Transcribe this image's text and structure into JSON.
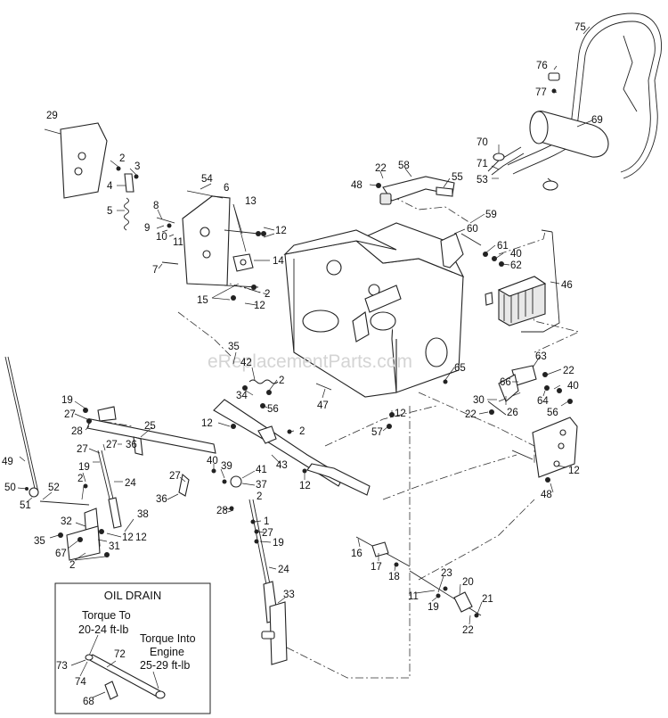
{
  "watermark": "eReplacementParts.com",
  "inset": {
    "title": "OIL DRAIN",
    "torque_to_line1": "Torque To",
    "torque_to_line2": "20-24 ft-lb",
    "torque_into_line1": "Torque Into",
    "torque_into_line2": "Engine",
    "torque_into_line3": "25-29 ft-lb"
  },
  "callouts": [
    {
      "id": "c75",
      "text": "75"
    },
    {
      "id": "c76",
      "text": "76"
    },
    {
      "id": "c77",
      "text": "77"
    },
    {
      "id": "c69",
      "text": "69"
    },
    {
      "id": "c70",
      "text": "70"
    },
    {
      "id": "c71",
      "text": "71"
    },
    {
      "id": "c53",
      "text": "53"
    },
    {
      "id": "c29",
      "text": "29"
    },
    {
      "id": "c2a",
      "text": "2"
    },
    {
      "id": "c3",
      "text": "3"
    },
    {
      "id": "c4",
      "text": "4"
    },
    {
      "id": "c5",
      "text": "5"
    },
    {
      "id": "c54",
      "text": "54"
    },
    {
      "id": "c6",
      "text": "6"
    },
    {
      "id": "c13",
      "text": "13"
    },
    {
      "id": "c8",
      "text": "8"
    },
    {
      "id": "c9",
      "text": "9"
    },
    {
      "id": "c10",
      "text": "10"
    },
    {
      "id": "c11a",
      "text": "11"
    },
    {
      "id": "c12a",
      "text": "12"
    },
    {
      "id": "c14",
      "text": "14"
    },
    {
      "id": "c7",
      "text": "7"
    },
    {
      "id": "c15",
      "text": "15"
    },
    {
      "id": "c2b",
      "text": "2"
    },
    {
      "id": "c12b",
      "text": "12"
    },
    {
      "id": "c22a",
      "text": "22"
    },
    {
      "id": "c58",
      "text": "58"
    },
    {
      "id": "c55",
      "text": "55"
    },
    {
      "id": "c48a",
      "text": "48"
    },
    {
      "id": "c59",
      "text": "59"
    },
    {
      "id": "c60",
      "text": "60"
    },
    {
      "id": "c61",
      "text": "61"
    },
    {
      "id": "c40a",
      "text": "40"
    },
    {
      "id": "c62",
      "text": "62"
    },
    {
      "id": "c46",
      "text": "46"
    },
    {
      "id": "c35a",
      "text": "35"
    },
    {
      "id": "c42",
      "text": "42"
    },
    {
      "id": "c2c",
      "text": "2"
    },
    {
      "id": "c34",
      "text": "34"
    },
    {
      "id": "c56a",
      "text": "56"
    },
    {
      "id": "c47",
      "text": "47"
    },
    {
      "id": "c65",
      "text": "65"
    },
    {
      "id": "c63",
      "text": "63"
    },
    {
      "id": "c22b",
      "text": "22"
    },
    {
      "id": "c66",
      "text": "66"
    },
    {
      "id": "c40b",
      "text": "40"
    },
    {
      "id": "c30",
      "text": "30"
    },
    {
      "id": "c64",
      "text": "64"
    },
    {
      "id": "c26",
      "text": "26"
    },
    {
      "id": "c56b",
      "text": "56"
    },
    {
      "id": "c22c",
      "text": "22"
    },
    {
      "id": "c12c",
      "text": "12"
    },
    {
      "id": "c57",
      "text": "57"
    },
    {
      "id": "c19a",
      "text": "19"
    },
    {
      "id": "c27a",
      "text": "27"
    },
    {
      "id": "c28a",
      "text": "28"
    },
    {
      "id": "c25",
      "text": "25"
    },
    {
      "id": "c12d",
      "text": "12"
    },
    {
      "id": "c2d",
      "text": "2"
    },
    {
      "id": "c27b",
      "text": "27"
    },
    {
      "id": "c27c",
      "text": "27"
    },
    {
      "id": "c36a",
      "text": "36"
    },
    {
      "id": "c19b",
      "text": "19"
    },
    {
      "id": "c49",
      "text": "49"
    },
    {
      "id": "c2e",
      "text": "2"
    },
    {
      "id": "c24a",
      "text": "24"
    },
    {
      "id": "c27d",
      "text": "27"
    },
    {
      "id": "c40c",
      "text": "40"
    },
    {
      "id": "c39",
      "text": "39"
    },
    {
      "id": "c41",
      "text": "41"
    },
    {
      "id": "c43",
      "text": "43"
    },
    {
      "id": "c12e",
      "text": "12"
    },
    {
      "id": "c12f",
      "text": "12"
    },
    {
      "id": "c37",
      "text": "37"
    },
    {
      "id": "c36b",
      "text": "36"
    },
    {
      "id": "c50",
      "text": "50"
    },
    {
      "id": "c52",
      "text": "52"
    },
    {
      "id": "c51",
      "text": "51"
    },
    {
      "id": "c2f",
      "text": "2"
    },
    {
      "id": "c28b",
      "text": "28"
    },
    {
      "id": "c38",
      "text": "38"
    },
    {
      "id": "c32",
      "text": "32"
    },
    {
      "id": "c12g",
      "text": "12"
    },
    {
      "id": "c35b",
      "text": "35"
    },
    {
      "id": "c31",
      "text": "31"
    },
    {
      "id": "c67",
      "text": "67"
    },
    {
      "id": "c2g",
      "text": "2"
    },
    {
      "id": "c27e",
      "text": "27"
    },
    {
      "id": "c1",
      "text": "1"
    },
    {
      "id": "c19c",
      "text": "19"
    },
    {
      "id": "c24b",
      "text": "24"
    },
    {
      "id": "c33",
      "text": "33"
    },
    {
      "id": "c16",
      "text": "16"
    },
    {
      "id": "c17",
      "text": "17"
    },
    {
      "id": "c18",
      "text": "18"
    },
    {
      "id": "c23",
      "text": "23"
    },
    {
      "id": "c20",
      "text": "20"
    },
    {
      "id": "c11b",
      "text": "11"
    },
    {
      "id": "c19d",
      "text": "19"
    },
    {
      "id": "c21",
      "text": "21"
    },
    {
      "id": "c22d",
      "text": "22"
    },
    {
      "id": "c12h",
      "text": "12"
    },
    {
      "id": "c48b",
      "text": "48"
    },
    {
      "id": "c72",
      "text": "72"
    },
    {
      "id": "c73",
      "text": "73"
    },
    {
      "id": "c74",
      "text": "74"
    },
    {
      "id": "c68",
      "text": "68"
    }
  ]
}
